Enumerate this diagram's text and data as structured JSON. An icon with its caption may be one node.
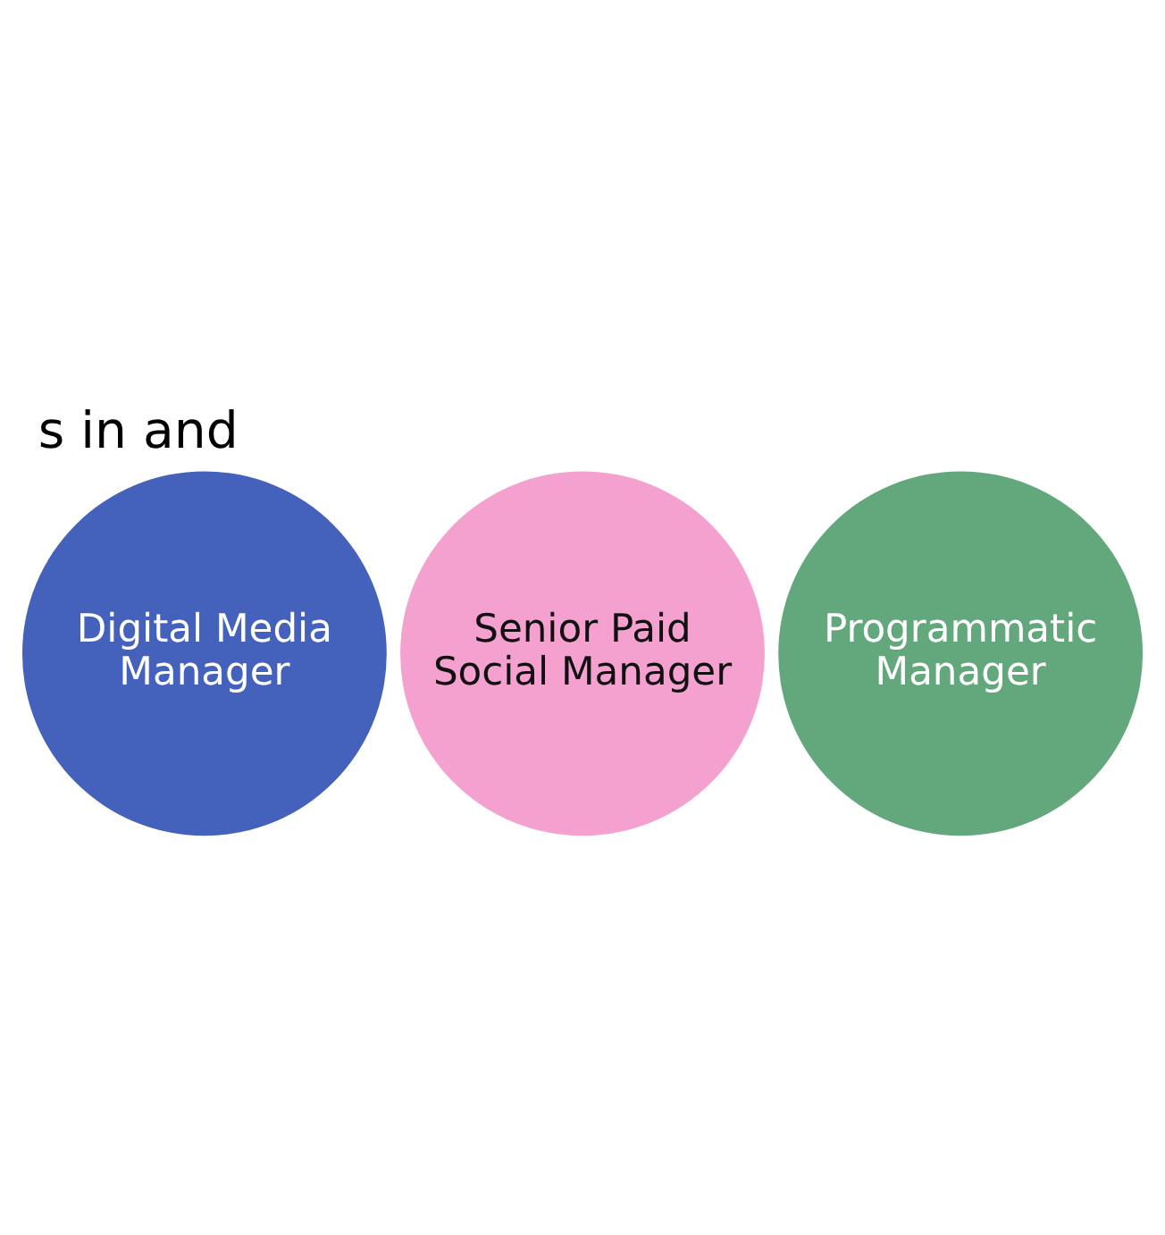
{
  "diagram": {
    "title": "s in and",
    "nodes": [
      {
        "text": [
          "Digital Media Manager"
        ]
      },
      {
        "text": [
          "Senior Paid Social Manager"
        ]
      },
      {
        "text": [
          "Programmatic Manager"
        ]
      }
    ]
  }
}
